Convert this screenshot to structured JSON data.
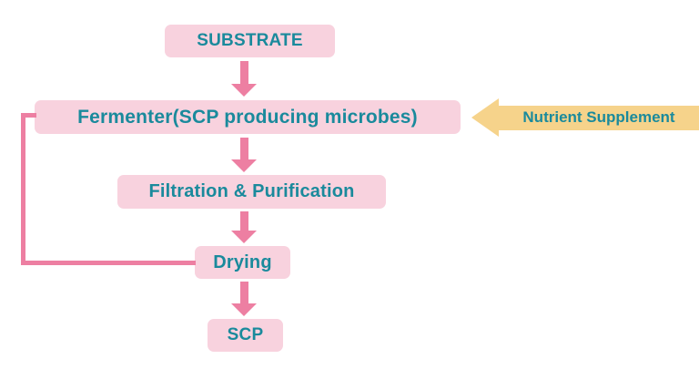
{
  "nodes": {
    "substrate": "SUBSTRATE",
    "fermenter": "Fermenter(SCP producing microbes)",
    "filtration": "Filtration & Purification",
    "drying": "Drying",
    "scp": "SCP"
  },
  "annotation": {
    "nutrient": "Nutrient Supplement"
  },
  "colors": {
    "node_background": "#f8d2de",
    "node_text": "#1a8a9c",
    "flow_arrow": "#ed7fa2",
    "supplement_arrow": "#f6d38b",
    "supplement_text": "#1a8a9c",
    "background": "#ffffff"
  }
}
